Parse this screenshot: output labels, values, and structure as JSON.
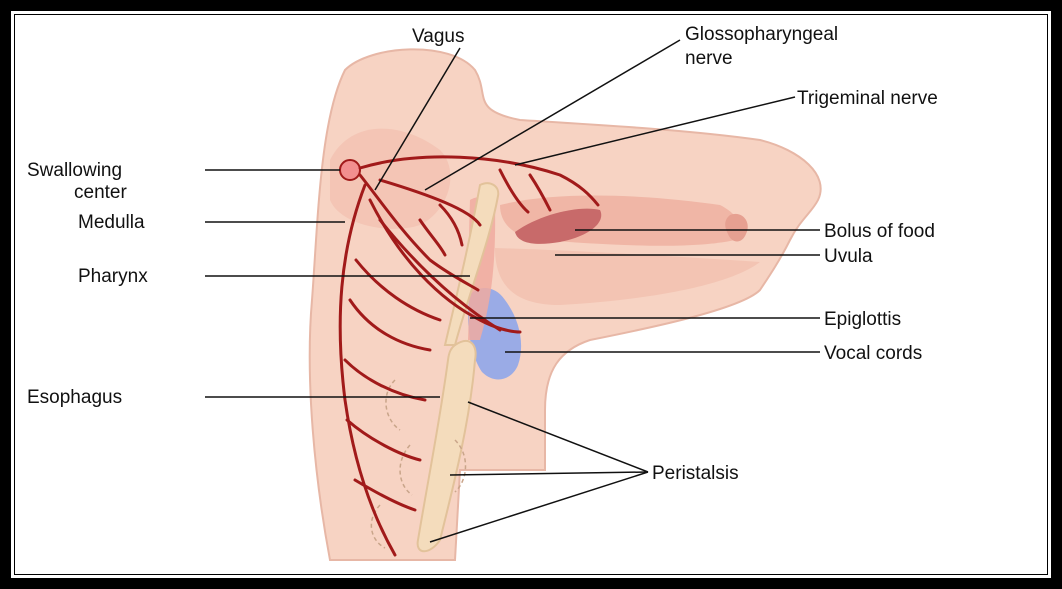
{
  "figure": {
    "labels": {
      "vagus": "Vagus",
      "glosso_line1": "Glossopharyngeal",
      "glosso_line2": "nerve",
      "trigeminal": "Trigeminal nerve",
      "swallow_line1": "Swallowing",
      "swallow_line2": "center",
      "medulla": "Medulla",
      "pharynx": "Pharynx",
      "esophagus": "Esophagus",
      "bolus": "Bolus of food",
      "uvula": "Uvula",
      "epiglottis": "Epiglottis",
      "vocal_cords": "Vocal cords",
      "peristalsis": "Peristalsis"
    },
    "colors": {
      "skin": "#f7d3c3",
      "skin_dark": "#e9a898",
      "nerve": "#a11a1a",
      "esophagus": "#f4dcbc",
      "bolus": "#c86a6a",
      "epiglottis": "#8fa6ea",
      "leader": "#111111"
    }
  }
}
